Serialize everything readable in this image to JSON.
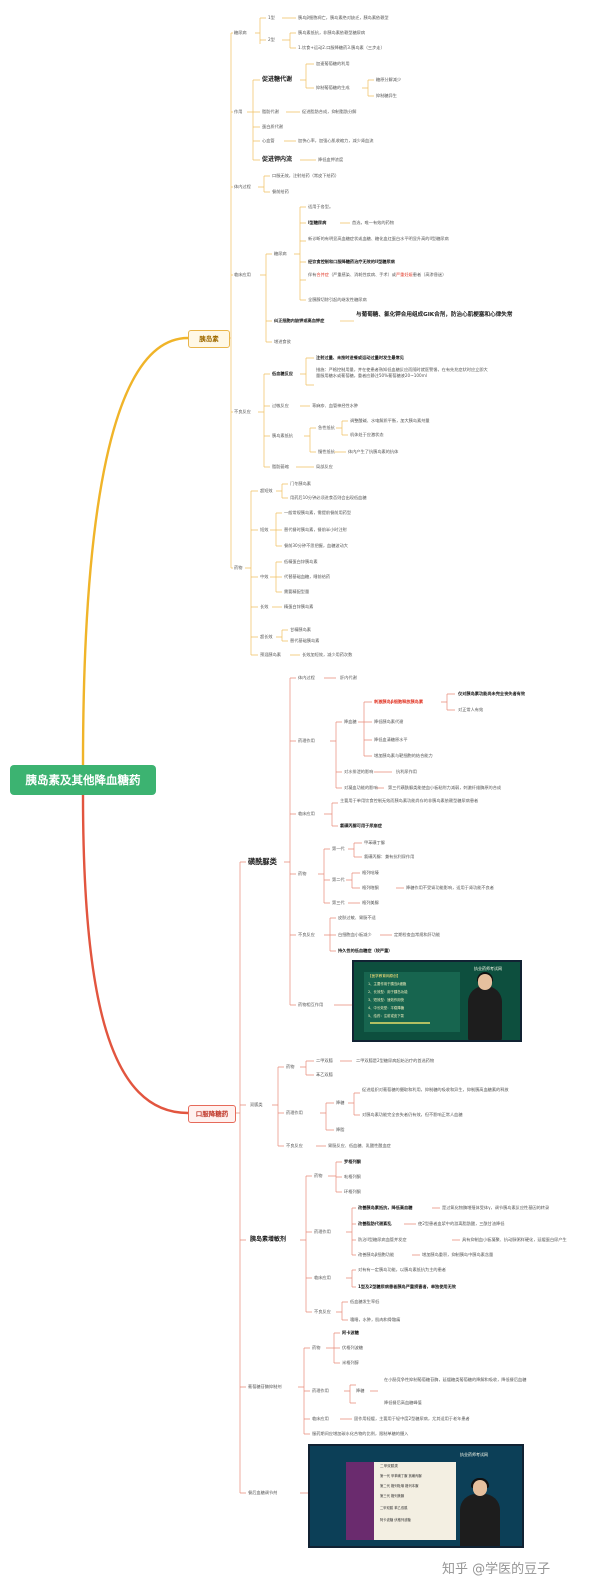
{
  "root": "胰岛素及其他降血糖药",
  "insulin": {
    "label": "胰岛素",
    "diabetes": {
      "label": "糖尿病",
      "type1": "1型",
      "type1_desc": "胰岛β细胞凋亡，胰岛素绝对缺乏，胰岛素依赖型",
      "type2": "2型",
      "type2_a": "胰岛素抵抗，非胰岛素依赖型糖尿病",
      "type2_b": "1.饮食+运动2.口服降糖药3.胰岛素（三步走）"
    },
    "action": {
      "label": "作用",
      "glucose": "促进糖代谢",
      "g1": "加速葡萄糖的利用",
      "g2": "抑制葡萄糖的生成",
      "g2a": "糖原分解减少",
      "g2b": "抑制糖异生",
      "fat": "脂肪代谢",
      "fat_d": "促进脂肪合成，抑制脂肪分解",
      "protein": "蛋白质代谢",
      "heart": "心血管",
      "heart_d": "加快心率，加强心肌收缩力，减少肾血流",
      "k": "促进钾内流",
      "k_d": "降低血钾浓度"
    },
    "vivo": {
      "label": "体内过程",
      "v1": "口服无效，注射给药（常皮下给药）",
      "v2": "餐前给药"
    },
    "clinical": {
      "label": "临床应用",
      "dm": "糖尿病",
      "c1": "适用于各型。",
      "c2": "I型糖尿病",
      "c2d": "首选，唯一有效的药物",
      "c3": "新诊断的有明显高血糖症状或血糖、糖化血红蛋白水平明显升高的II型糖尿病",
      "c4": "经饮食控制和口服降糖药治疗无效的II型糖尿病",
      "c5a": "伴有",
      "c5b": "合并症",
      "c5c": "（严重感染、消耗性疾病、手术）或",
      "c5d": "严重妊娠",
      "c5e": "患者（高渗昏迷）",
      "c6": "全胰腺切除引起的继发性糖尿病",
      "k": "纠正细胞内缺钾或高血钾症",
      "k_d": "与葡萄糖、氯化钾合用组成GIK合剂，防治心肌梗塞和心律失常",
      "appetite": "增进食欲"
    },
    "adverse": {
      "label": "不良反应",
      "hypo": "低血糖反应",
      "hypo_a": "注射过量、未按时进餐或运动过量时发生最常见",
      "hypo_b": "措施：严格控制用量，并在使患者熟知低血糖反应而随时就医警惕，在有先兆症状时应立即大量服用糖水或葡萄糖，重者应静注50%葡萄糖液20~100ml",
      "allergy": "过敏反应",
      "allergy_d": "荨麻疹、血管神经性水肿",
      "resist": "胰岛素抵抗",
      "acute": "急性抵抗",
      "acute_a": "调整酸碱、水电解质平衡，加大胰岛素剂量",
      "acute_b": "机体处于应激状态",
      "chronic": "慢性抵抗",
      "chronic_d": "体内产生了抗胰岛素的抗体",
      "lipo": "脂肪萎缩",
      "lipo_d": "局部反应"
    },
    "drugs": {
      "label": "药物",
      "rapid": "超短效",
      "r1": "门冬胰岛素",
      "r2": "用药后10分钟必须进食否则会出现低血糖",
      "short": "短效",
      "s1": "一般常规胰岛素，需提前餐前用药型",
      "s2": "替代餐时胰岛素，餐前半小时注射",
      "s3": "餐前30分钟不思把握，血糖波动大",
      "mid": "中效",
      "m1": "低精蛋白锌胰岛素",
      "m2": "代替基础血糖，睡前给药",
      "m3": "需要精配型量",
      "long": "长效",
      "l1": "精蛋白锌胰岛素",
      "ultra": "超长效",
      "u1": "甘精胰岛素",
      "u2": "替代基础胰岛素",
      "pre": "预混胰岛素",
      "pre_d": "长效加短效，减少用药次数"
    }
  },
  "oral": {
    "label": "口服降糖药",
    "su": {
      "label": "磺酰脲类",
      "vivo": "体内过程",
      "vivo_d": "肝内代谢",
      "act": "药理作用",
      "lower": "降血糖",
      "l1": "刺激胰岛β细胞释放胰岛素",
      "l1a": "仅对胰岛素功能尚未完全丧失者有效",
      "l1b": "对正常人有效",
      "l2": "降低胰岛素代谢",
      "l3": "降低血清糖原水平",
      "l4": "增加胰岛素与靶细胞的结合能力",
      "water": "对水排泄的影响",
      "water_d": "抗利尿作用",
      "coag": "对凝血功能的影响",
      "coag_d": "第三代磺酰脲类能使血小板粘附力减弱，刺激纤维酶原的合成",
      "clin": "临床应用",
      "clin_a": "主要用于单用饮食控制无效而胰岛素功能尚存的非胰岛素依赖型糖尿病患者",
      "clin_b": "氯磺丙脲可用于尿崩症",
      "drug": "药物",
      "g1": "第一代",
      "g1a": "甲苯磺丁脲",
      "g1b": "氯磺丙脲：兼有抗利尿作用",
      "g2": "第二代",
      "g2a": "格列吡嗪",
      "g2b": "格列喹酮",
      "g2b_d": "降糖作用不受肾功能影响，适用于肾功能不良者",
      "g3": "第三代",
      "g3a": "格列美脲",
      "adv": "不良反应",
      "adv_a": "皮肤过敏、胃肠不适",
      "adv_b": "白细胞血小板减少",
      "adv_b_d": "定期检查血常规和肝功能",
      "adv_c": "持久性的低血糖症（较严重）",
      "inter": "药物相互作用"
    },
    "bg": {
      "label": "双胍类",
      "drug": "药物",
      "d1": "二甲双胍",
      "d1_d": "二甲双胍是2型糖尿病起始治疗的首选药物",
      "d2": "苯乙双胍",
      "act": "药理作用",
      "lower": "降糖",
      "la": "促进组织对葡萄糖的摄取和利用，抑制糖的吸收和异生，抑制胰高血糖素的释放",
      "lb": "对胰岛素功能完全丧失者仍有效，但不影响正常人血糖",
      "lipid": "降脂",
      "adv": "不良反应",
      "adv_d": "胃肠反应、低血糖、乳酸性酸血症"
    },
    "sens": {
      "label": "胰岛素增敏剂",
      "drug": "药物",
      "d1": "罗格列酮",
      "d2": "吡格列酮",
      "d3": "环格列酮",
      "act": "药理作用",
      "a1": "改善胰岛素抵抗，降低高血糖",
      "a1_d": "是过氧化物酶增殖体受体γ，调节胰岛素反应性基因的转录",
      "a2": "改善脂肪代谢紊乱",
      "a2_d": "使2型患者血浆中的游离脂肪酸，三酰甘油降低",
      "a3": "防治II型糖尿病血管并发症",
      "a3_d": "具有抑制血小板凝聚、抗动脉粥样硬化，延缓蛋白尿产生",
      "a4": "改善胰岛β细胞功能",
      "a4_d": "增加胰岛重积，抑制胰岛中胰岛素含量",
      "clin": "临床应用",
      "clin_a": "对有有一定胰岛功能，以胰岛素抵抗为主的患者",
      "clin_b": "1型及2型糖尿病患者胰岛严重损害者，单独使用无效",
      "adv": "不良反应",
      "adv_a": "低血糖发生率低",
      "adv_b": "嗜睡，水肿，肌肉和骨骼痛"
    },
    "agi": {
      "label": "葡萄糖苷酶抑制剂",
      "drug": "药物",
      "d1": "阿卡波糖",
      "d2": "伏格列波糖",
      "d3": "米格列醇",
      "act": "药理作用",
      "lower": "降糖",
      "la": "在小肠竞争性抑制葡萄糖苷酶，延缓糖类葡萄糖的降解和吸收，降低餐后血糖",
      "lb": "降低餐后高血糖峰值",
      "clin": "临床应用",
      "clin_d": "固作用轻缓，主要用于轻中度2型糖尿病，尤其适用于老年患者",
      "note": "服药期间应增加碳水化合物的比例，限制单糖的摄入"
    },
    "meal": {
      "label": "餐后血糖调节剂"
    }
  },
  "video1": {
    "logo": "执业药师考试网",
    "board_title": "【医学教育网原创】",
    "rows": [
      "1、主要作用于胰岛β细胞",
      "2、长效型：用于胰岛功能",
      "3、短效型：速效作用快",
      "4、中长效型：平稳降糖",
      "5、给药：注射或皮下泵"
    ]
  },
  "video2": {
    "logo": "执业药师考试网",
    "title": "二甲双胍类",
    "rows": [
      "第一代 甲苯磺丁脲 氯磺丙脲",
      "第二代 格列吡嗪 格列本脲",
      "第三代 格列美脲",
      "二甲双胍 苯乙双胍",
      "阿卡波糖 伏格列波糖"
    ]
  },
  "watermark": "知乎 @学医的豆子",
  "colors": {
    "insulin": "#e9b54b",
    "oral": "#e66a5a",
    "root": "#3cb371"
  }
}
